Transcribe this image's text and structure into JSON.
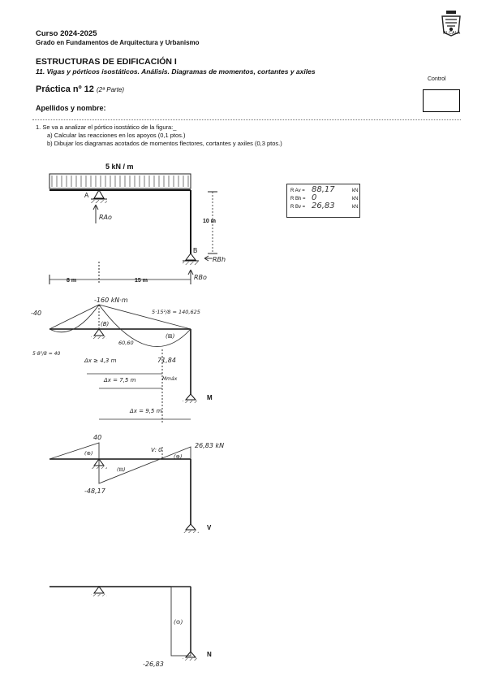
{
  "header": {
    "course": "Curso 2024-2025",
    "degree": "Grado en Fundamentos de Arquitectura y Urbanismo",
    "title": "ESTRUCTURAS DE EDIFICACIÓN I",
    "subtitle": "11. Vigas y pórticos isostáticos. Análisis. Diagramas de momentos, cortantes y axiles",
    "control_label": "Control",
    "practica": "Práctica nº 12",
    "practica_part": "(2ª Parte)",
    "name_label": "Apellidos y nombre:",
    "logo_text": "ALCALÁ"
  },
  "question": {
    "number_text": "1.  Se va a analizar el pórtico isostático de la figura:_",
    "a_text": "a)  Calcular las reacciones en los apoyos (0,1 ptos.)",
    "b_text": "b)  Dibujar los diagramas acotados de momentos flectores, cortantes y axiles (0,3 ptos.)"
  },
  "frame": {
    "load_label": "5 kN / m",
    "node_a": "A",
    "node_b": "B",
    "height_label": "10 m",
    "span_left": "8 m",
    "span_right": "15 m",
    "reaction_av": "RAo",
    "reaction_bh": "RBh",
    "reaction_bv": "RBo"
  },
  "reactions": {
    "rows": [
      {
        "label": "R Av =",
        "value": "88,17",
        "unit": "kN"
      },
      {
        "label": "R Bh =",
        "value": "0",
        "unit": "kN"
      },
      {
        "label": "R Bv =",
        "value": "26,83",
        "unit": "kN"
      }
    ]
  },
  "moment_diagram": {
    "label": "M",
    "peak_left": "-160 kN·m",
    "left_end": "-40",
    "left_formula": "5·8²/8 = 40",
    "right_formula": "5·15²/8 = 140,625",
    "mid_value": "60,60",
    "max_value": "71,84",
    "max_label": "Mmáx",
    "dx1": "Δx ≥ 4,3 m",
    "dx2": "Δx = 7,5 m",
    "dx3": "Δx = 9,5 m",
    "sign_left": "(B)",
    "sign_right": "(⊞)"
  },
  "shear_diagram": {
    "label": "V",
    "value_top": "40",
    "value_right": "26,83 kN",
    "value_bottom": "-48,17",
    "zero_label": "V: 0",
    "sign1": "(⊕)",
    "sign2": "(⊟)",
    "sign3": "(⊕)"
  },
  "axial_diagram": {
    "label": "N",
    "value_bottom": "-26,83",
    "sign": "(⊝)"
  }
}
